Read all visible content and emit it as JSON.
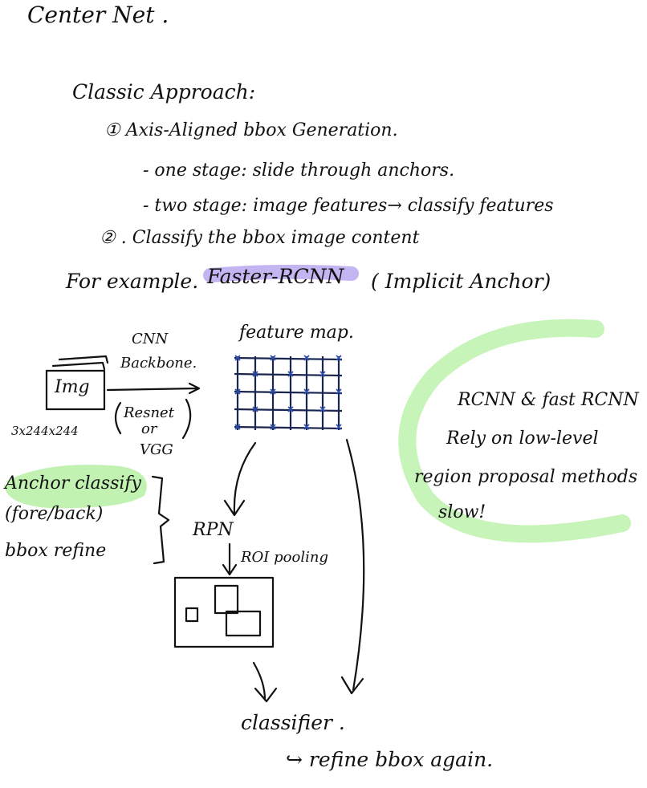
{
  "title": "Center Net .",
  "classic": {
    "heading": "Classic Approach:",
    "item1": "① Axis-Aligned bbox Generation.",
    "item1_sub1": "- one stage: slide through anchors.",
    "item1_sub2": "- two stage: image features→ classify features",
    "item2": "② . Classify the bbox image content"
  },
  "example": {
    "prefix": "For example.",
    "highlighted": "Faster-RCNN",
    "suffix": "( Implicit Anchor)"
  },
  "diagram": {
    "cnn_label": "CNN",
    "backbone_label": "Backbone.",
    "img_label": "Img",
    "img_dims": "3x244x244",
    "resnet": "Resnet",
    "or": "or",
    "vgg": "VGG",
    "feature_map": "feature map.",
    "anchor_classify": "Anchor classify",
    "fore_back": "(fore/back)",
    "bbox_refine": "bbox refine",
    "rpn": "RPN",
    "roi_pooling": "ROI pooling",
    "classifier": "classifier .",
    "refine_again": "↪ refine bbox again."
  },
  "note": {
    "line1": "RCNN & fast RCNN",
    "line2": "Rely on low-level",
    "line3": "region proposal methods",
    "line4": "slow!"
  },
  "colors": {
    "highlight_green": "#b4f0a0",
    "highlight_purple": "#b9a8ef",
    "grid_ink": "#1a2550",
    "grid_marks": "#2b4db0"
  }
}
